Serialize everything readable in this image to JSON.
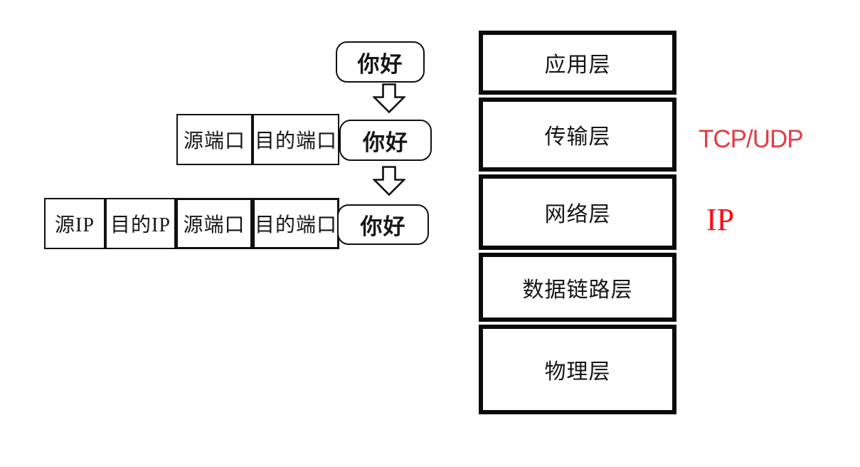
{
  "encapsulation": {
    "row1": {
      "payload": "你好"
    },
    "row2": {
      "headers": [
        "源端口",
        "目的端口"
      ],
      "payload": "你好"
    },
    "row3": {
      "headers": [
        "源IP",
        "目的IP",
        "源端口",
        "目的端口"
      ],
      "payload": "你好"
    }
  },
  "protocol_stack": {
    "layers": [
      {
        "label": "应用层"
      },
      {
        "label": "传输层"
      },
      {
        "label": "网络层"
      },
      {
        "label": "数据链路层"
      },
      {
        "label": "物理层"
      }
    ]
  },
  "annotations": {
    "transport": "TCP/UDP",
    "network": "IP"
  },
  "colors": {
    "stroke": "#101010",
    "transport_annotation": "#e23c46",
    "network_annotation": "#fb0a14"
  }
}
